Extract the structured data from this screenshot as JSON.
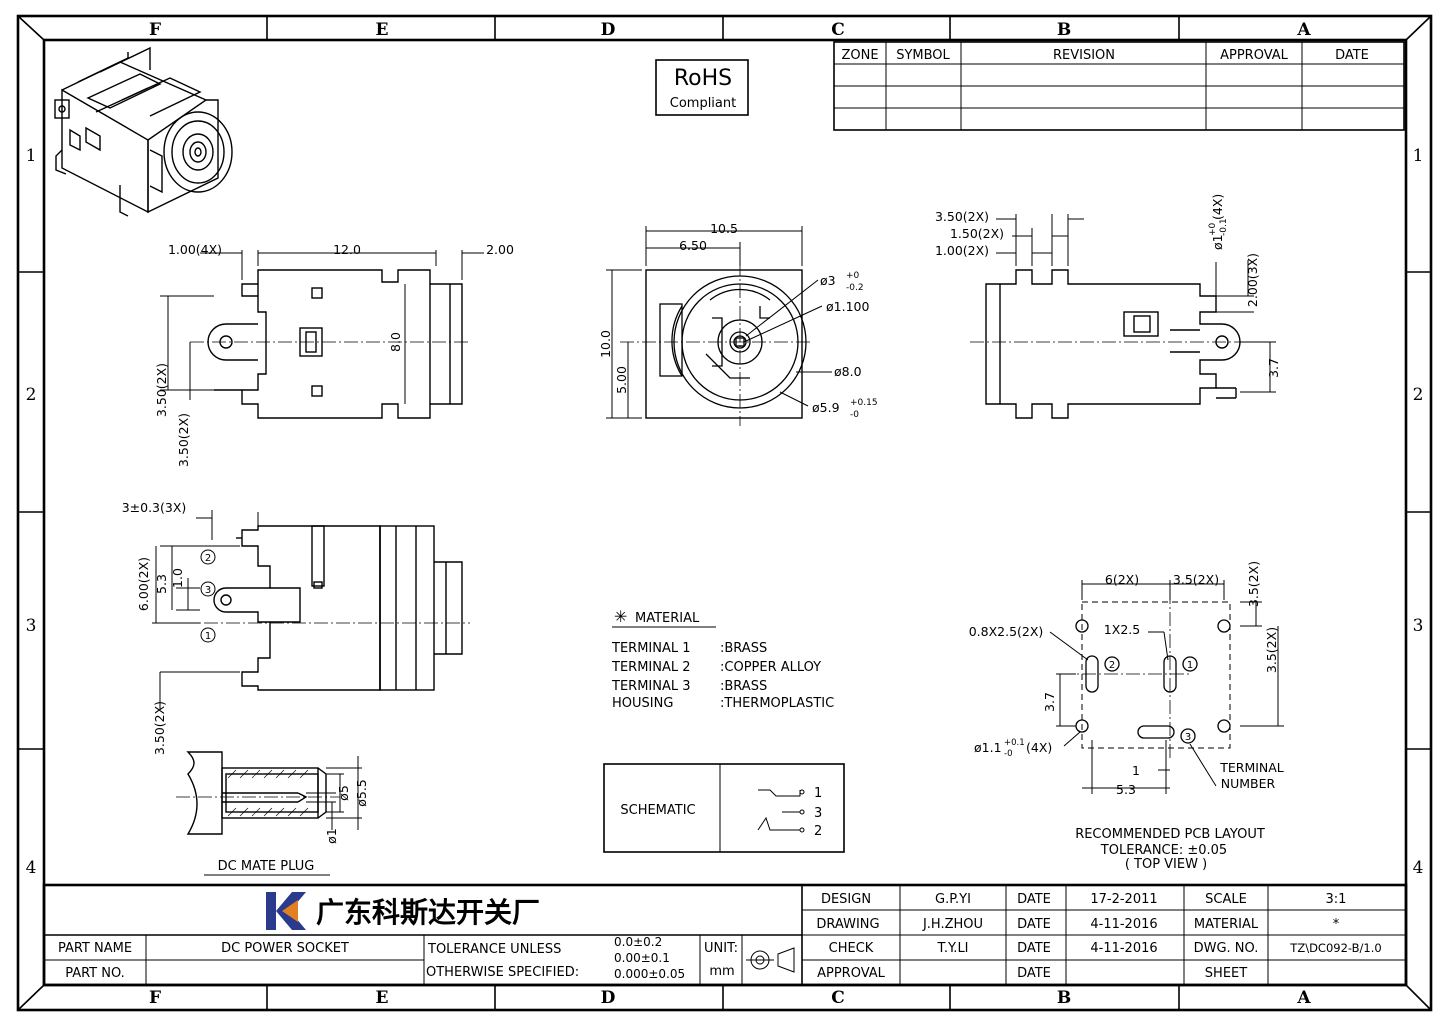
{
  "border": {
    "columns": [
      "F",
      "E",
      "D",
      "C",
      "B",
      "A"
    ],
    "rows": [
      "1",
      "2",
      "3",
      "4"
    ]
  },
  "rohs": {
    "line1": "RoHS",
    "line2": "Compliant"
  },
  "revision_table": {
    "headers": [
      "ZONE",
      "SYMBOL",
      "REVISION",
      "APPROVAL",
      "DATE"
    ]
  },
  "front_view": {
    "dims": [
      "1.00(4X)",
      "12.0",
      "2.00",
      "8.0",
      "3.50(2X)",
      "3.50(2X)"
    ]
  },
  "face_view": {
    "dims": [
      "10.5",
      "6.50",
      "10.0",
      "5.00",
      "ø3",
      "+0",
      "-0.2",
      "ø1.100",
      "ø8.0",
      "ø5.9",
      "+0.15",
      "-0"
    ]
  },
  "side_view": {
    "dims": [
      "3.50(2X)",
      "1.50(2X)",
      "1.00(2X)",
      "ø1",
      "+0",
      "-0.1",
      "(4X)",
      "2.00(3X)",
      "3.7"
    ]
  },
  "bottom_view": {
    "dims": [
      "3±0.3(3X)",
      "6.00(2X)",
      "5.3",
      "1.0",
      "3.50(2X)"
    ],
    "terminals": [
      "2",
      "3",
      "1"
    ]
  },
  "mate_plug": {
    "title": "DC MATE PLUG",
    "dims": [
      "ø5",
      "ø5.5",
      "ø1"
    ]
  },
  "material": {
    "title": "MATERIAL",
    "rows": [
      {
        "name": "TERMINAL  1",
        "value": ":BRASS"
      },
      {
        "name": "TERMINAL  2",
        "value": ":COPPER  ALLOY"
      },
      {
        "name": "TERMINAL  3",
        "value": ":BRASS"
      },
      {
        "name": "HOUSING",
        "value": ":THERMOPLASTIC"
      }
    ]
  },
  "schematic": {
    "label": "SCHEMATIC",
    "pins": [
      "1",
      "3",
      "2"
    ]
  },
  "pcb": {
    "dims": [
      "6(2X)",
      "3.5(2X)",
      "3.5(2X)",
      "3.5(2X)",
      "0.8X2.5(2X)",
      "1X2.5",
      "3.7",
      "ø1.1",
      "+0.1",
      "-0",
      "(4X)",
      "1",
      "5.3"
    ],
    "terminal_label_1": "TERMINAL",
    "terminal_label_2": "NUMBER",
    "terminals": [
      "2",
      "1",
      "3"
    ],
    "caption_1": "RECOMMENDED PCB LAYOUT",
    "caption_2": "TOLERANCE: ±0.05",
    "caption_3": "( TOP  VIEW )"
  },
  "title_block": {
    "company": "广东科斯达开关厂",
    "part_name_label": "PART NAME",
    "part_name": "DC POWER SOCKET",
    "part_no_label": "PART NO.",
    "tolerance_1": "TOLERANCE  UNLESS",
    "tolerance_2": "OTHERWISE  SPECIFIED:",
    "tol_v1": "0.0±0.2",
    "tol_v2": "0.00±0.1",
    "tol_v3": "0.000±0.05",
    "unit_label": "UNIT:",
    "unit": "mm",
    "rows": [
      {
        "role": "DESIGN",
        "name": "G.P.YI",
        "date_label": "DATE",
        "date": "17-2-2011",
        "key": "SCALE",
        "val": "3:1"
      },
      {
        "role": "DRAWING",
        "name": "J.H.ZHOU",
        "date_label": "DATE",
        "date": "4-11-2016",
        "key": "MATERIAL",
        "val": "*"
      },
      {
        "role": "CHECK",
        "name": "T.Y.LI",
        "date_label": "DATE",
        "date": "4-11-2016",
        "key": "DWG. NO.",
        "val": "TZ\\DC092-B/1.0"
      },
      {
        "role": "APPROVAL",
        "name": "",
        "date_label": "DATE",
        "date": "",
        "key": "SHEET",
        "val": ""
      }
    ]
  }
}
